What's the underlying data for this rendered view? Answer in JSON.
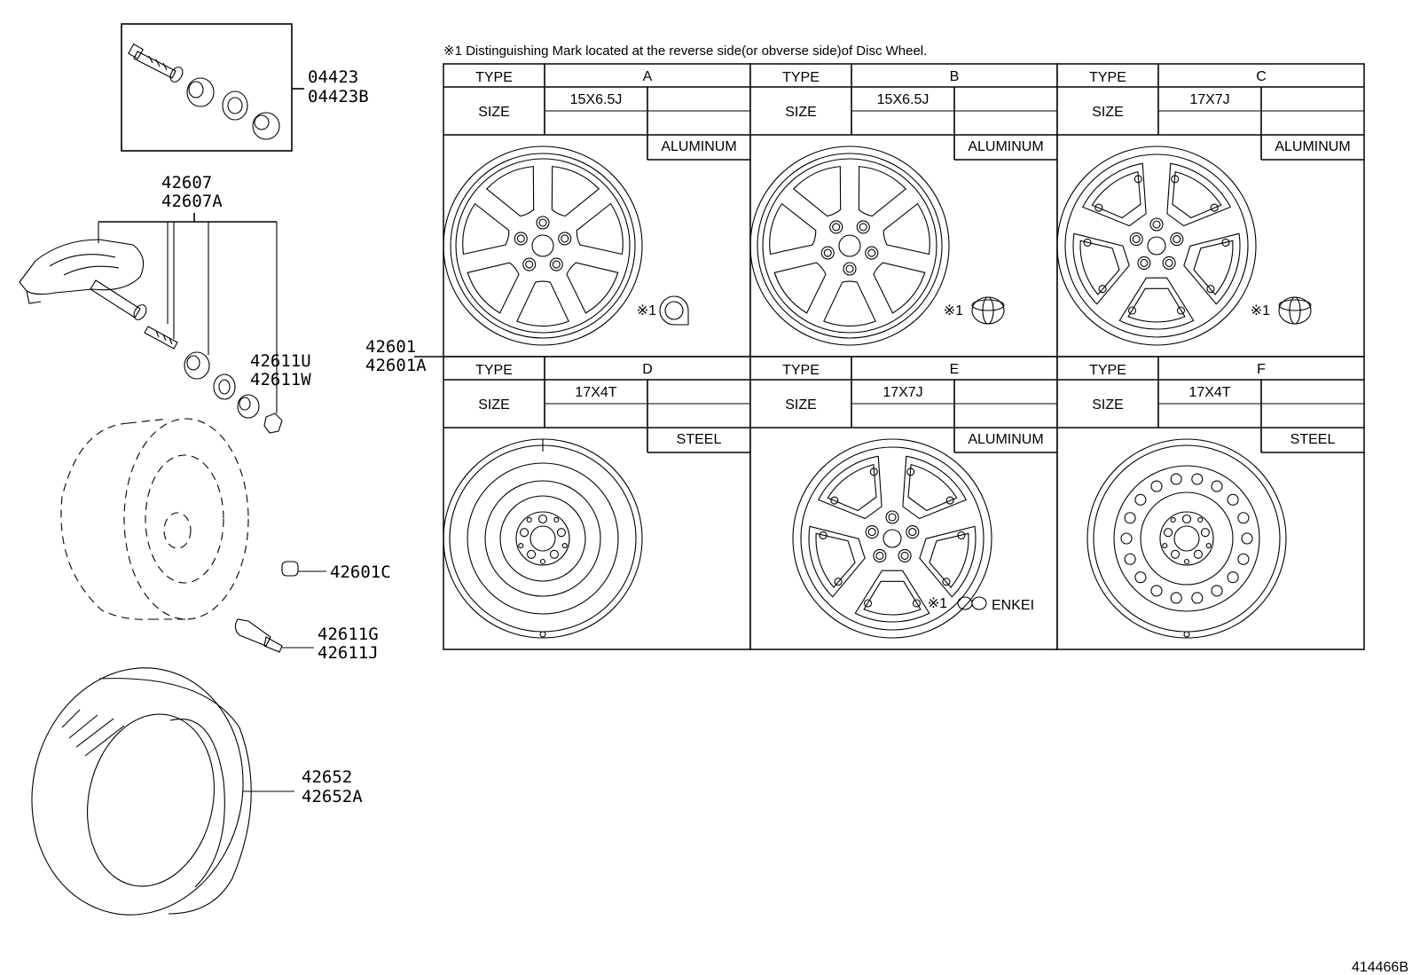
{
  "note": "※1 Distinguishing Mark located at the reverse side(or obverse side)of Disc Wheel.",
  "diagram_id": "414466B",
  "parts": {
    "valve_kit": [
      "04423",
      "04423B"
    ],
    "tpms_sensor": [
      "42607",
      "42607A"
    ],
    "sensor_parts": [
      "42611U",
      "42611W"
    ],
    "wheel": [
      "42601",
      "42601A"
    ],
    "cap": "42601C",
    "valve_stem": [
      "42611G",
      "42611J"
    ],
    "tire": [
      "42652",
      "42652A"
    ]
  },
  "table": {
    "type_label": "TYPE",
    "size_label": "SIZE",
    "mark_prefix": "※1",
    "wheels": [
      {
        "type": "A",
        "size": "15X6.5J",
        "material": "ALUMINUM",
        "mark": "round"
      },
      {
        "type": "B",
        "size": "15X6.5J",
        "material": "ALUMINUM",
        "mark": "toyota"
      },
      {
        "type": "C",
        "size": "17X7J",
        "material": "ALUMINUM",
        "mark": "toyota"
      },
      {
        "type": "D",
        "size": "17X4T",
        "material": "STEEL",
        "mark": ""
      },
      {
        "type": "E",
        "size": "17X7J",
        "material": "ALUMINUM",
        "mark": "enkei",
        "mark_text": "ENKEI"
      },
      {
        "type": "F",
        "size": "17X4T",
        "material": "STEEL",
        "mark": ""
      }
    ]
  }
}
